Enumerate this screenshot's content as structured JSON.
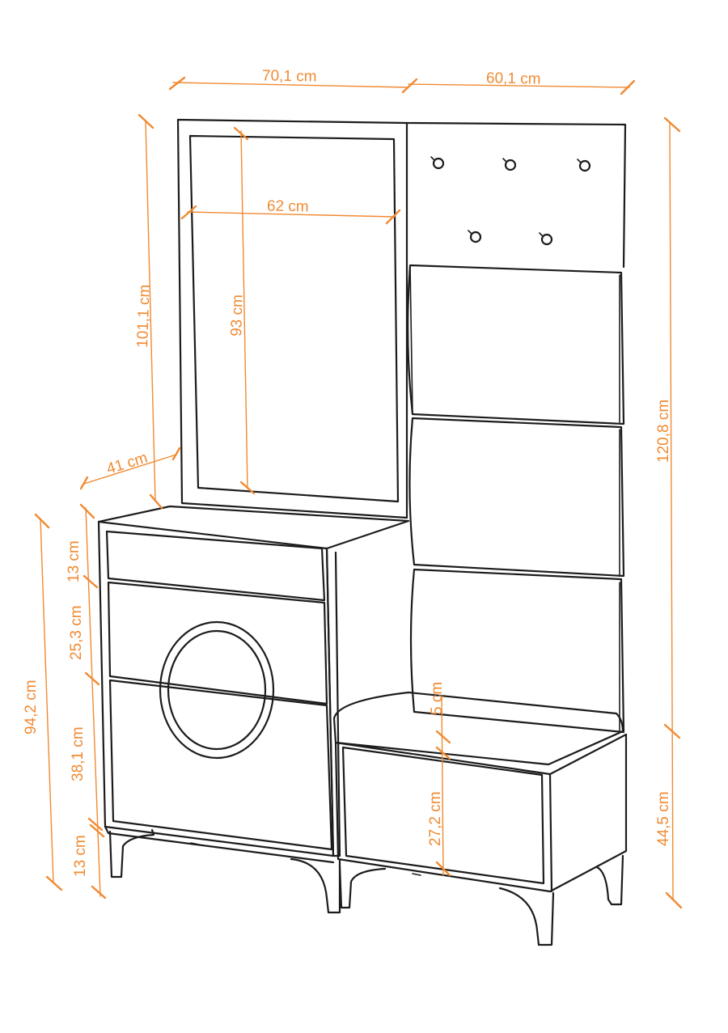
{
  "colors": {
    "dimension": "#f08a32",
    "outline": "#1c1c1c",
    "background": "#ffffff"
  },
  "labels": {
    "width_left": "70,1 cm",
    "width_right": "60,1 cm",
    "mirror_width": "62 cm",
    "mirror_height": "93 cm",
    "height_upper": "101,1 cm",
    "depth": "41 cm",
    "height_total": "120,8 cm",
    "height_cabinet": "94,2 cm",
    "drawer_top": "13 cm",
    "door_upper": "25,3 cm",
    "door_lower": "38,1 cm",
    "legs": "13 cm",
    "cushion": "5 cm",
    "bench_drawer": "27,2 cm",
    "bench_height": "44,5 cm"
  }
}
